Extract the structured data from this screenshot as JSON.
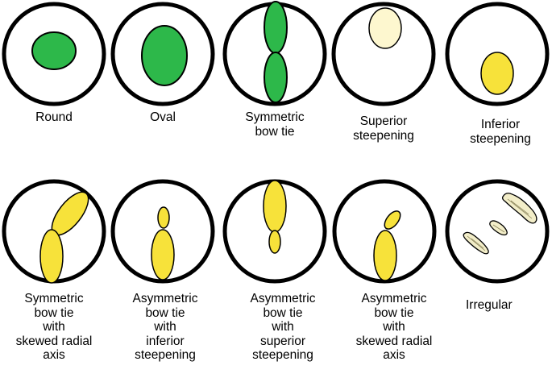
{
  "colors": {
    "outline": "#000000",
    "green": "#2db84a",
    "yellow": "#f7e23a",
    "cream": "#fdf7cf",
    "irregular_fill": "#f2edc8"
  },
  "patterns": [
    {
      "id": "round",
      "caption": "Round"
    },
    {
      "id": "oval",
      "caption": "Oval"
    },
    {
      "id": "symmetric-bow-tie",
      "caption": "Symmetric\nbow tie"
    },
    {
      "id": "superior-steepening",
      "caption": "Superior\nsteepening"
    },
    {
      "id": "inferior-steepening",
      "caption": "Inferior\nsteepening"
    },
    {
      "id": "symmetric-bow-tie-skewed",
      "caption": "Symmetric\nbow tie\nwith\nskewed radial\naxis"
    },
    {
      "id": "asymmetric-inferior",
      "caption": "Asymmetric\nbow tie\nwith\ninferior\nsteepening"
    },
    {
      "id": "asymmetric-superior",
      "caption": "Asymmetric\nbow tie\nwith\nsuperior\nsteepening"
    },
    {
      "id": "asymmetric-skewed",
      "caption": "Asymmetric\nbow tie\nwith\nskewed radial\naxis"
    },
    {
      "id": "irregular",
      "caption": "Irregular"
    }
  ]
}
